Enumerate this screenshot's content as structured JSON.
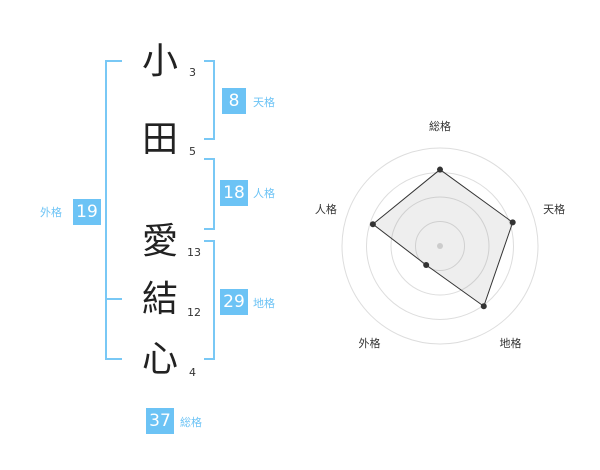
{
  "name_chars": [
    {
      "char": "小",
      "strokes": "3"
    },
    {
      "char": "田",
      "strokes": "5"
    },
    {
      "char": "愛",
      "strokes": "13"
    },
    {
      "char": "結",
      "strokes": "12"
    },
    {
      "char": "心",
      "strokes": "4"
    }
  ],
  "kaku": {
    "tenkaku": {
      "value": "8",
      "label": "天格"
    },
    "jinkaku": {
      "value": "18",
      "label": "人格"
    },
    "chikaku": {
      "value": "29",
      "label": "地格"
    },
    "gaikaku": {
      "value": "19",
      "label": "外格"
    },
    "soukaku": {
      "value": "37",
      "label": "総格"
    }
  },
  "colors": {
    "accent": "#6cc3f5",
    "bracket": "#79c8f5",
    "text": "#222222"
  },
  "chart_data": {
    "type": "radar",
    "axes": [
      "総格",
      "天格",
      "地格",
      "外格",
      "人格"
    ],
    "values": [
      0.78,
      0.78,
      0.76,
      0.24,
      0.72
    ],
    "range": [
      0,
      1
    ],
    "rings": 4
  }
}
